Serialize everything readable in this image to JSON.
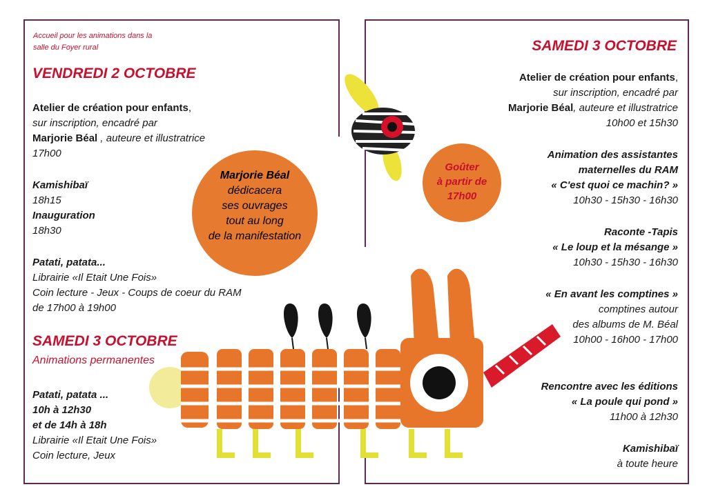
{
  "left": {
    "intro_line1": "Accueil pour les animations  dans la",
    "intro_line2": "salle du Foyer rural",
    "day1_heading": "VENDREDI 2 OCTOBRE",
    "atelier_title": "Atelier de création pour enfants",
    "atelier_comma": ",",
    "atelier_line2": "sur inscription, encadré par",
    "atelier_author": "Marjorie Béal",
    "atelier_author_rest": " , auteure et illustratrice",
    "atelier_time": "17h00",
    "kamishibai_title": "Kamishibaï",
    "kamishibai_time": "18h15",
    "inauguration_title": "Inauguration",
    "inauguration_time": "18h30",
    "patati_title": "Patati, patata...",
    "patati_line2": "Librairie «Il Etait Une Fois»",
    "patati_line3": "Coin lecture -  Jeux - Coups de coeur du RAM",
    "patati_line4": "de 17h00 à 19h00",
    "day2_heading": "SAMEDI 3 OCTOBRE",
    "day2_subheading": "Animations permanentes",
    "patati2_title": "Patati, patata ...",
    "patati2_time1": "10h à 12h30",
    "patati2_time2": "et de 14h à 18h",
    "patati2_line4": "Librairie «Il Etait Une Fois»",
    "patati2_line5": "Coin lecture, Jeux"
  },
  "center_circle": {
    "line1": "Marjorie Béal",
    "line2": "dédicacera",
    "line3": "ses ouvrages",
    "line4": "tout au long",
    "line5": "de la manifestation"
  },
  "gouter_circle": {
    "line1": "Goûter",
    "line2": "à partir de",
    "line3": "17h00"
  },
  "right": {
    "heading": "SAMEDI 3 OCTOBRE",
    "atelier_title": "Atelier de création pour enfants",
    "atelier_comma": ",",
    "atelier_line2": "sur inscription, encadré par",
    "atelier_author": "Marjorie Béal",
    "atelier_author_rest": ", auteure et illustratrice",
    "atelier_time": "10h00  et 15h30",
    "ram_title1": "Animation des assistantes",
    "ram_title2": "maternelles du RAM",
    "ram_title3": "« C'est quoi ce machin? »",
    "ram_time": "10h30 - 15h30 - 16h30",
    "tapis_title": "Raconte -Tapis",
    "tapis_title2": "« Le loup et la mésange »",
    "tapis_time": "10h30 - 15h30 - 16h30",
    "comptines_title": "« En avant les comptines »",
    "comptines_line2": "comptines autour",
    "comptines_line3": "des albums de M. Béal",
    "comptines_time": "10h00 - 16h00 - 17h00",
    "rencontre_title": "Rencontre avec les éditions",
    "rencontre_title2": "« La poule qui pond »",
    "rencontre_time": "11h00 à 12h30",
    "kamishibai_title": "Kamishibaï",
    "kamishibai_time": "à toute heure"
  },
  "colors": {
    "red": "#c8102e",
    "orange": "#e67a2e",
    "frame": "#5a2a55",
    "yellow": "#e8e23a"
  }
}
